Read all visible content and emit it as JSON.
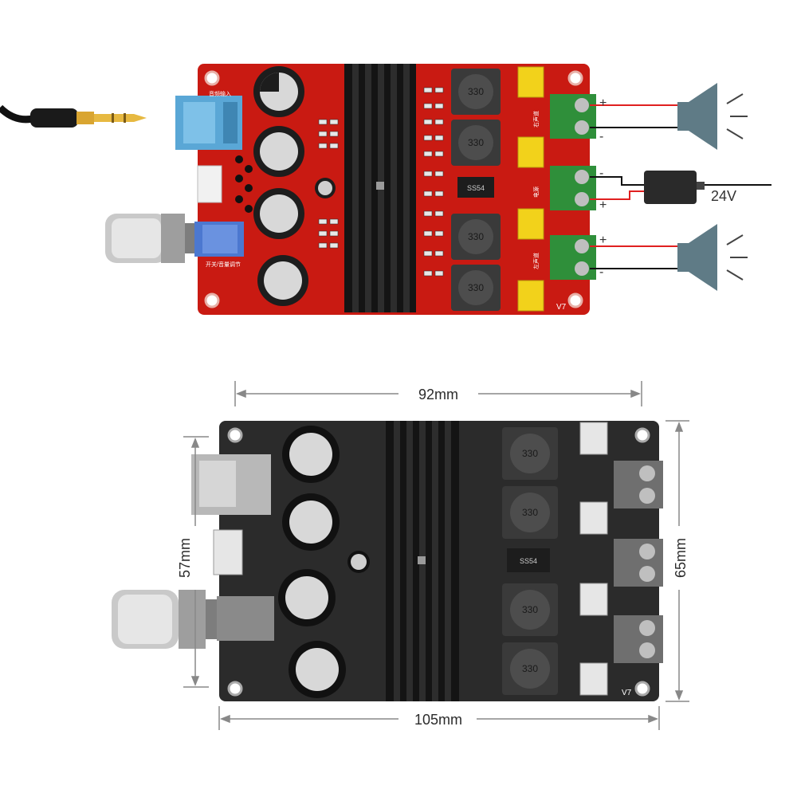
{
  "colors": {
    "pcb_red": "#c91a12",
    "pcb_black": "#2b2b2b",
    "heatsink": "#141414",
    "terminal_green": "#2f8f3a",
    "cap_yellow": "#f2d21b",
    "speaker": "#5f7b86",
    "wire_red": "#e02020",
    "wire_black": "#111111"
  },
  "top_board": {
    "board_version": "V7",
    "power_supply_voltage": "24V",
    "inductor_labels": [
      "330",
      "330",
      "330",
      "330"
    ],
    "silkscreen_input": "音频输入",
    "silkscreen_knob": "开关/音量调节",
    "silkscreen_right_channel": "右声道",
    "silkscreen_power": "电源",
    "silkscreen_left_channel": "左声道",
    "silkscreen_diode": "SS54",
    "terminal_polarity": [
      "+",
      "-",
      "-",
      "+",
      "+",
      "-"
    ]
  },
  "bottom_board": {
    "dimensions": {
      "top_width": "92mm",
      "bottom_width": "105mm",
      "left_height": "57mm",
      "right_height": "65mm"
    },
    "inductor_labels": [
      "330",
      "330",
      "330",
      "330"
    ],
    "board_version": "V7",
    "silkscreen_diode": "SS54"
  }
}
